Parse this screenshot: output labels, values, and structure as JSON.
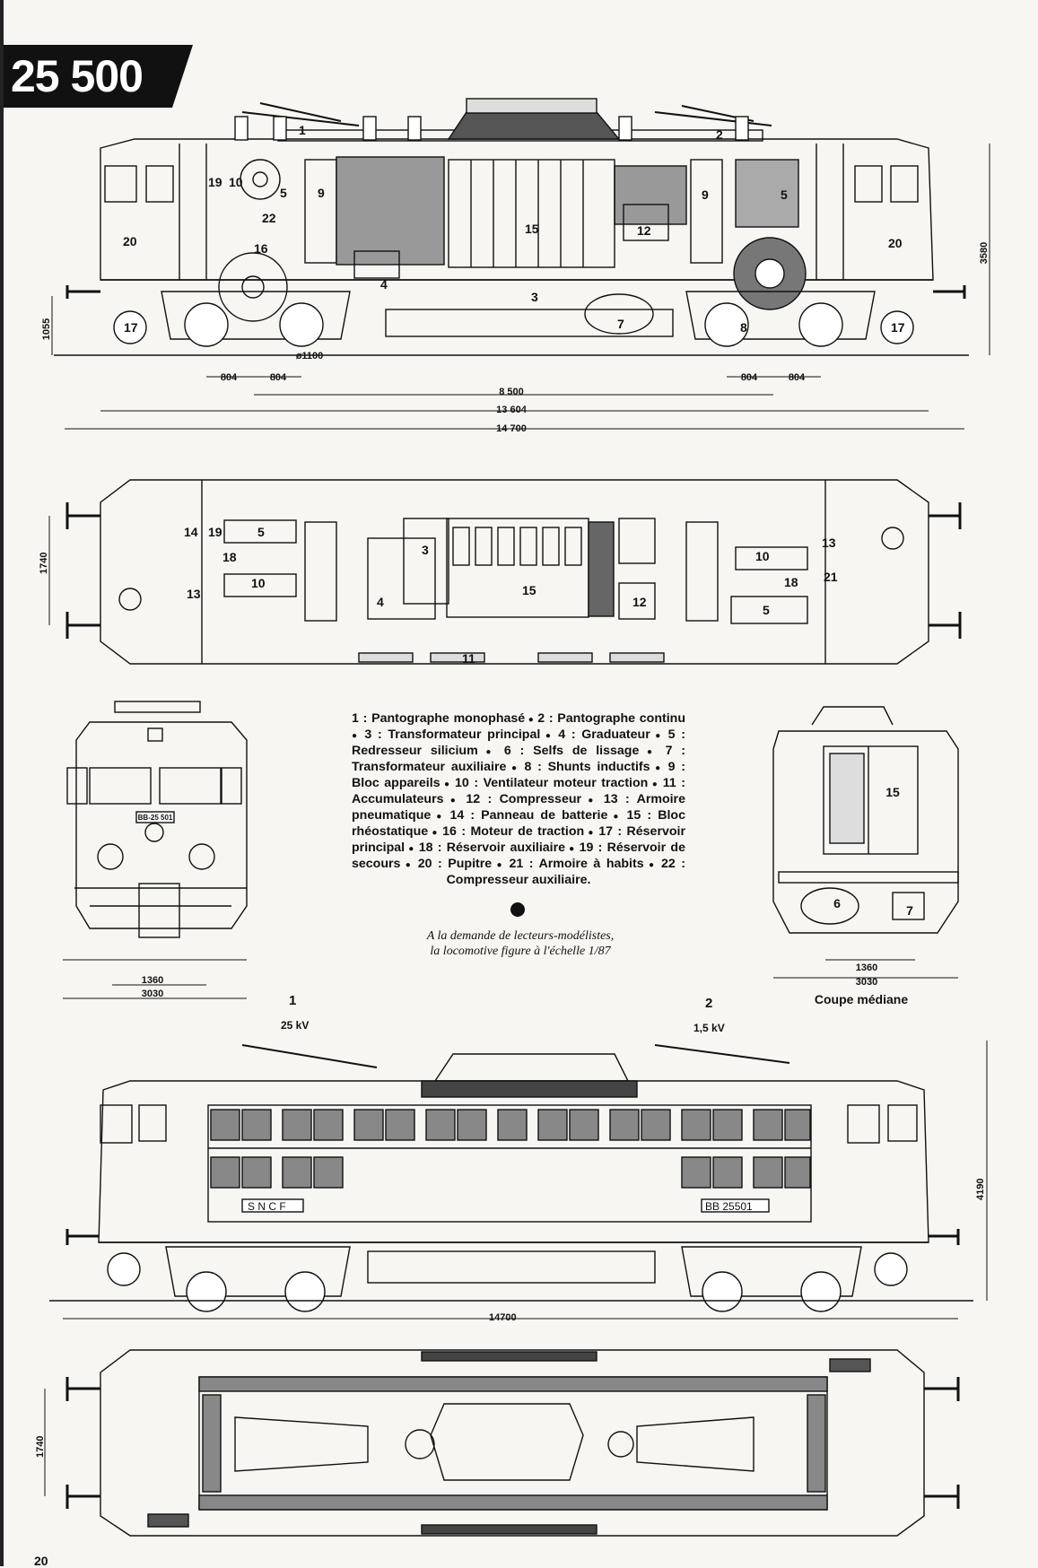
{
  "header": {
    "title": "25 500"
  },
  "legend": {
    "items": [
      "1 : Pantographe monophasé",
      "2 : Pantographe continu",
      "3 : Transformateur principal",
      "4 : Graduateur",
      "5 : Redresseur silicium",
      "6 : Selfs de lissage",
      "7 : Transformateur auxiliaire",
      "8 : Shunts inductifs",
      "9 : Bloc appareils",
      "10 : Ventilateur moteur traction",
      "11 : Accumulateurs",
      "12 : Compresseur",
      "13 : Armoire pneumatique",
      "14 : Panneau de batterie",
      "15 : Bloc rhéostatique",
      "16 : Moteur de traction",
      "17 : Réservoir principal",
      "18 : Réservoir auxiliaire",
      "19 : Réservoir de secours",
      "20 : Pupitre",
      "21 : Armoire à habits",
      "22 : Compresseur auxiliaire."
    ]
  },
  "note": {
    "line1": "A la demande de lecteurs-modélistes,",
    "line2": "la locomotive figure à l'échelle 1/87"
  },
  "section_caption": "Coupe médiane",
  "page_number": "20",
  "side_section": {
    "callouts": [
      "1",
      "2",
      "19",
      "10",
      "5",
      "22",
      "16",
      "9",
      "15",
      "12",
      "9",
      "5",
      "20",
      "20",
      "4",
      "3",
      "7",
      "8",
      "17",
      "17"
    ],
    "dims": {
      "d1": "804",
      "d2": "804",
      "d3": "804",
      "d4": "804",
      "wheel": "ø1100",
      "wheelbase": "8 500",
      "body": "13 604",
      "overall": "14 700",
      "height": "3580",
      "buffer": "1055"
    }
  },
  "plan_section": {
    "callouts": [
      "14",
      "19",
      "5",
      "18",
      "10",
      "13",
      "3",
      "4",
      "15",
      "12",
      "10",
      "13",
      "18",
      "21",
      "5",
      "11"
    ],
    "width_dim": "1740"
  },
  "front_view": {
    "plate": "BB-25 501",
    "dim_inner": "1360",
    "dim_outer": "3030"
  },
  "cross_section": {
    "callouts": [
      "15",
      "6",
      "7"
    ],
    "dim_inner": "1360",
    "dim_outer": "3030"
  },
  "elevation": {
    "pantograph_1": {
      "number": "1",
      "voltage": "25 kV"
    },
    "pantograph_2": {
      "number": "2",
      "voltage": "1,5 kV"
    },
    "sncf": "S N C F",
    "number_plate": "BB 25501",
    "length": "14700",
    "height": "4190"
  },
  "underframe": {
    "width_dim": "1740"
  }
}
